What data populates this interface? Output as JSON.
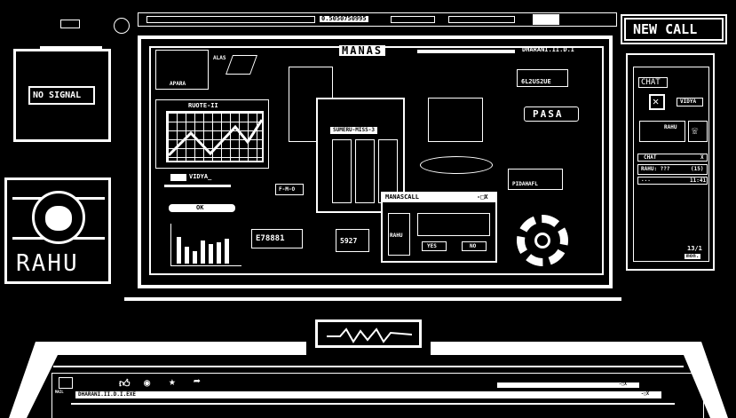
{
  "top_bar": {
    "readout": "0.5050750995"
  },
  "new_call": {
    "label": "NEW CALL"
  },
  "left": {
    "monitor_status": "NO SIGNAL",
    "character_name": "RAHU"
  },
  "screen": {
    "title": "MANAS",
    "host": "DHARANI.II.D.I",
    "apara_label": "APARA",
    "alas_label": "ALAS",
    "chart_title": "RUOTE-II",
    "vidya_field": "VIDYA_",
    "ok_button": "OK",
    "fmo_label": "F-M-O",
    "counter_a": "E78881",
    "counter_b": "5927",
    "sumeru_title": "SUMERU-MISS-3",
    "code_box": "6L2US2UE",
    "pasa_label": "PASA",
    "pidahafl_label": "PIDAHAFL",
    "call_window": {
      "title": "MANASCALL",
      "controls": "-□X",
      "caller": "RAHU",
      "yes": "YES",
      "no": "NO"
    }
  },
  "chat_panel": {
    "header": "CHAT",
    "contact_vidya": "VIDYA",
    "contact_rahu": "RAHU",
    "chat_title": "CHAT",
    "close": "X",
    "messages": [
      {
        "from": "RAHU: ???",
        "count": "(15)"
      },
      {
        "from": "...",
        "count": "11:41"
      }
    ],
    "date": "13/1",
    "day": "mon."
  },
  "bottom_window": {
    "mail_label": "MAIL",
    "path": "DHARANI.II.D.I.EXE",
    "controls_1": "-□X",
    "controls_2": "-□X"
  }
}
